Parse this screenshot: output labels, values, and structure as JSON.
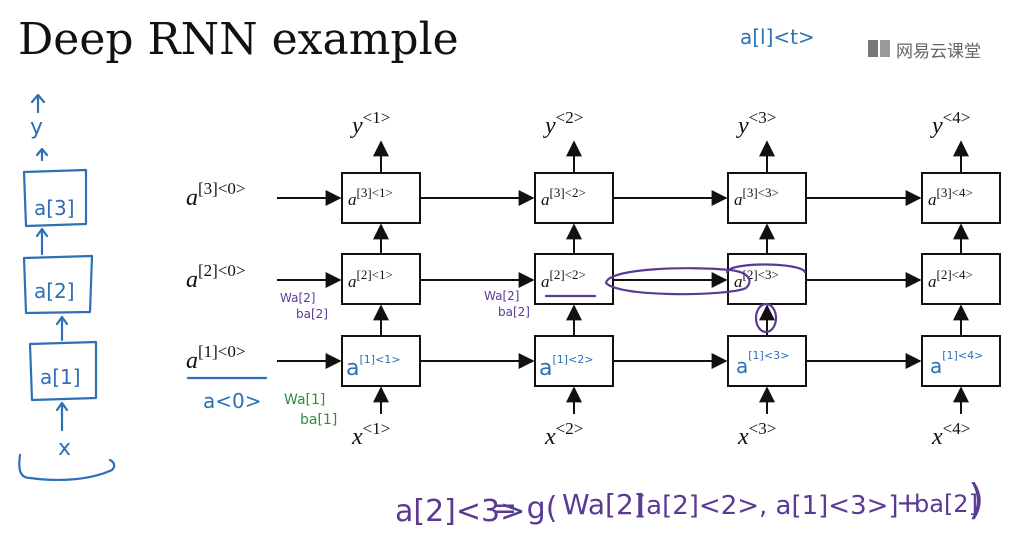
{
  "title": "Deep RNN example",
  "watermark": {
    "text": "网易云课堂"
  },
  "corner_note": "a[l]<t>",
  "layers": [
    "[1]",
    "[2]",
    "[3]"
  ],
  "timesteps": [
    "<1>",
    "<2>",
    "<3>",
    "<4>"
  ],
  "outputs": [
    {
      "base": "y",
      "sup": "<1>"
    },
    {
      "base": "y",
      "sup": "<2>"
    },
    {
      "base": "y",
      "sup": "<3>"
    },
    {
      "base": "y",
      "sup": "<4>"
    }
  ],
  "inputs": [
    {
      "base": "x",
      "sup": "<1>"
    },
    {
      "base": "x",
      "sup": "<2>"
    },
    {
      "base": "x",
      "sup": "<3>"
    },
    {
      "base": "x",
      "sup": "<4>"
    }
  ],
  "initial_states": [
    {
      "base": "a",
      "sup": "[3]<0>"
    },
    {
      "base": "a",
      "sup": "[2]<0>"
    },
    {
      "base": "a",
      "sup": "[1]<0>"
    }
  ],
  "row_layer3": [
    {
      "base": "a",
      "sup": "[3]<1>"
    },
    {
      "base": "a",
      "sup": "[3]<2>"
    },
    {
      "base": "a",
      "sup": "[3]<3>"
    },
    {
      "base": "a",
      "sup": "[3]<4>"
    }
  ],
  "row_layer2": [
    {
      "base": "a",
      "sup": "[2]<1>"
    },
    {
      "base": "a",
      "sup": "[2]<2>"
    },
    {
      "base": "a",
      "sup": "[2]<3>"
    },
    {
      "base": "a",
      "sup": "[2]<4>"
    }
  ],
  "row_layer1_handwritten": [
    {
      "base": "a",
      "sup": "[1]<1>"
    },
    {
      "base": "a",
      "sup": "[1]<2>"
    },
    {
      "base": "a",
      "sup": "[1]<3>"
    },
    {
      "base": "a",
      "sup": "[1]<4>"
    }
  ],
  "handwritten_stack": {
    "output": "y",
    "layer3": "a[3]",
    "layer2": "a[2]",
    "layer1": "a[1]",
    "input": "x"
  },
  "handwritten_a0": "a<0>",
  "weights_green": {
    "w": "Wa[1]",
    "b": "ba[1]"
  },
  "weights_purple_1": {
    "w": "Wa[2]",
    "b": "ba[2]"
  },
  "weights_purple_2": {
    "w": "Wa[2]",
    "b": "ba[2]"
  },
  "equation": {
    "lhs": "a[2]<3>",
    "eq": "= g(",
    "w": "Wa[2]",
    "bracket": "[a[2]<2>, a[1]<3>]",
    "plus": "+",
    "b": "ba[2]",
    "close": ")"
  },
  "colors": {
    "ink_blue": "#2e6fb5",
    "ink_purple": "#5b3a93",
    "ink_green": "#2f8f3a",
    "print": "#111111"
  }
}
